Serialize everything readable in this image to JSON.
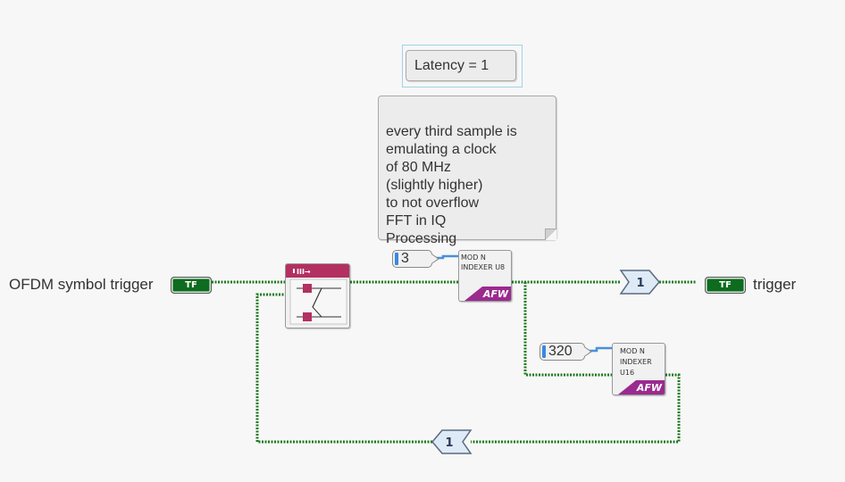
{
  "labels": {
    "ofdm_trigger": "OFDM symbol trigger",
    "trigger": "trigger"
  },
  "terminals": {
    "input_tf": "TF",
    "output_tf": "TF"
  },
  "comments": {
    "latency": "Latency = 1",
    "note": "every third sample is\nemulating a clock\nof 80 MHz\n(slightly higher)\nto not overflow\nFFT in IQ\nProcessing"
  },
  "constants": {
    "mod3": "3",
    "mod320": "320"
  },
  "blocks": {
    "indexer_u8": {
      "line1": "MOD N",
      "line2": "INDEXER U8",
      "badge": "AFW"
    },
    "indexer_u16": {
      "line1": "MOD N",
      "line2": "INDEXER",
      "line3": "U16",
      "badge": "AFW"
    }
  },
  "feedback_nodes": {
    "top": "1",
    "bottom": "1"
  },
  "colors": {
    "bool_wire": "#1c7a1c",
    "numeric_wire": "#4a90d9",
    "afw_badge": "#9b2a8f",
    "flipflop_header": "#b33060"
  }
}
